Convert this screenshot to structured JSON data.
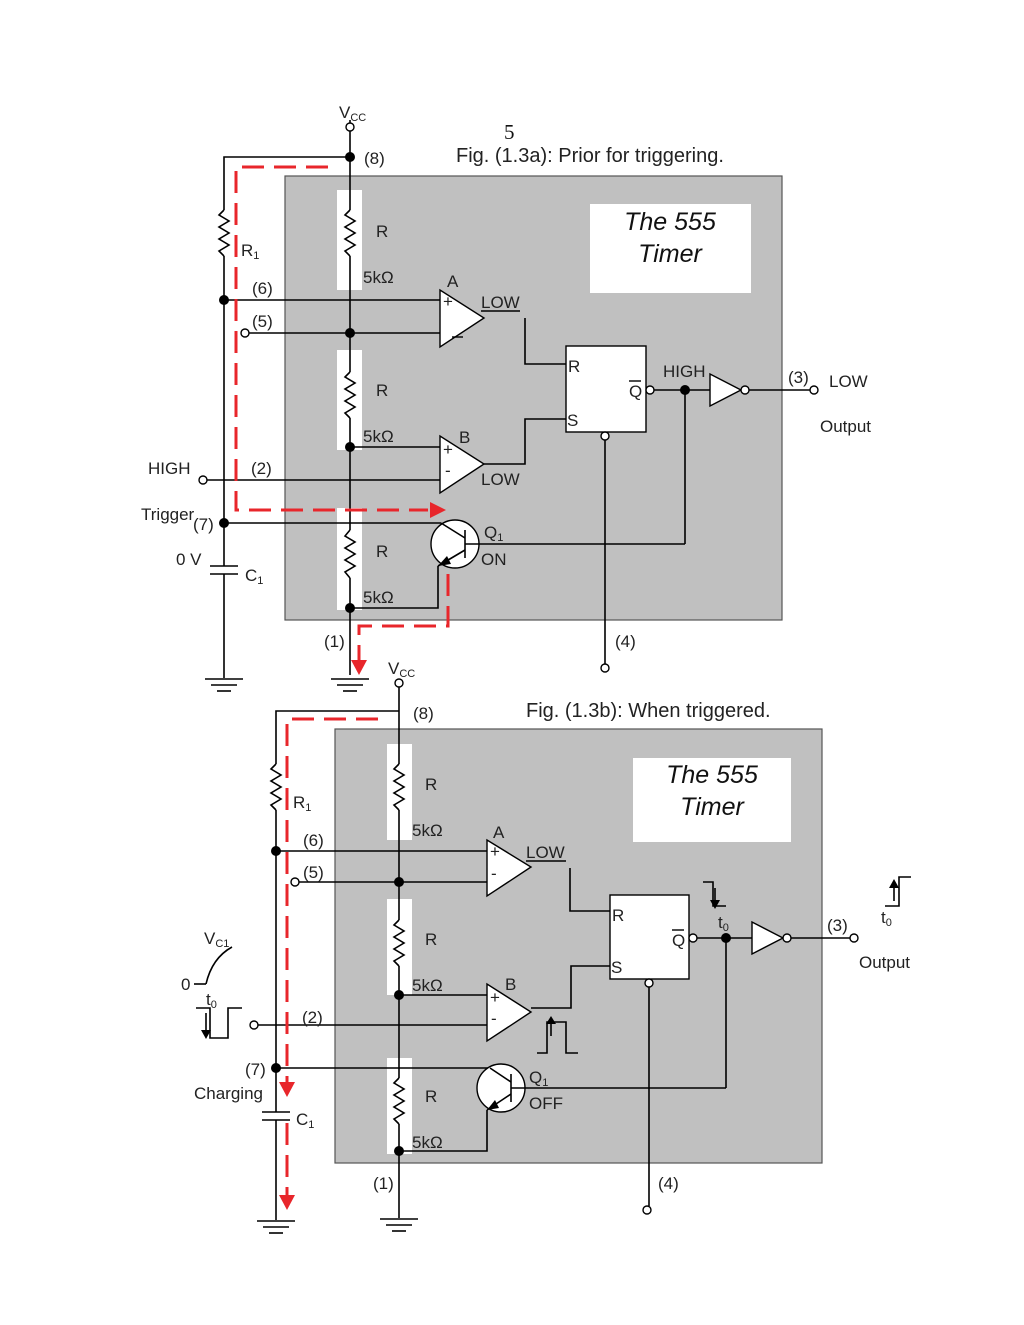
{
  "page_number": "5",
  "fig_a": {
    "caption": "Fig. (1.3a): Prior for triggering.",
    "title_line1": "The 555",
    "title_line2": "Timer",
    "vcc_main": "V",
    "vcc_sub": "CC",
    "pin8": "(8)",
    "pin6": "(6)",
    "pin5": "(5)",
    "pin2": "(2)",
    "pin7": "(7)",
    "pin1": "(1)",
    "pin3": "(3)",
    "pin4": "(4)",
    "r1_main": "R",
    "r1_sub": "1",
    "c1_main": "C",
    "c1_sub": "1",
    "r_label": "R",
    "r_value": "5kΩ",
    "comp_a": "A",
    "comp_b": "B",
    "plus": "+",
    "minus": "-",
    "comp_a_out": "LOW",
    "comp_b_out": "LOW",
    "ff_r": "R",
    "ff_s": "S",
    "ff_q": "Q",
    "q_state": "HIGH",
    "output_state": "LOW",
    "output_label": "Output",
    "trigger_state": "HIGH",
    "trigger_label": "Trigger",
    "cap_voltage": "0 V",
    "q1_main": "Q",
    "q1_sub": "1",
    "q1_state": "ON"
  },
  "fig_b": {
    "caption": "Fig. (1.3b): When triggered.",
    "title_line1": "The 555",
    "title_line2": "Timer",
    "vcc_main": "V",
    "vcc_sub": "CC",
    "pin8": "(8)",
    "pin6": "(6)",
    "pin5": "(5)",
    "pin2": "(2)",
    "pin7": "(7)",
    "pin1": "(1)",
    "pin3": "(3)",
    "pin4": "(4)",
    "r1_main": "R",
    "r1_sub": "1",
    "c1_main": "C",
    "c1_sub": "1",
    "r_label": "R",
    "r_value": "5kΩ",
    "comp_a": "A",
    "comp_b": "B",
    "plus": "+",
    "minus": "-",
    "comp_a_out": "LOW",
    "ff_r": "R",
    "ff_s": "S",
    "ff_q": "Q",
    "q_t0_main": "t",
    "q_t0_sub": "0",
    "out_t0_main": "t",
    "out_t0_sub": "0",
    "output_label": "Output",
    "vc1_main": "V",
    "vc1_sub": "C1",
    "vc1_zero": "0",
    "trig_t0_main": "t",
    "trig_t0_sub": "0",
    "charging_label": "Charging",
    "q1_main": "Q",
    "q1_sub": "1",
    "q1_state": "OFF"
  }
}
